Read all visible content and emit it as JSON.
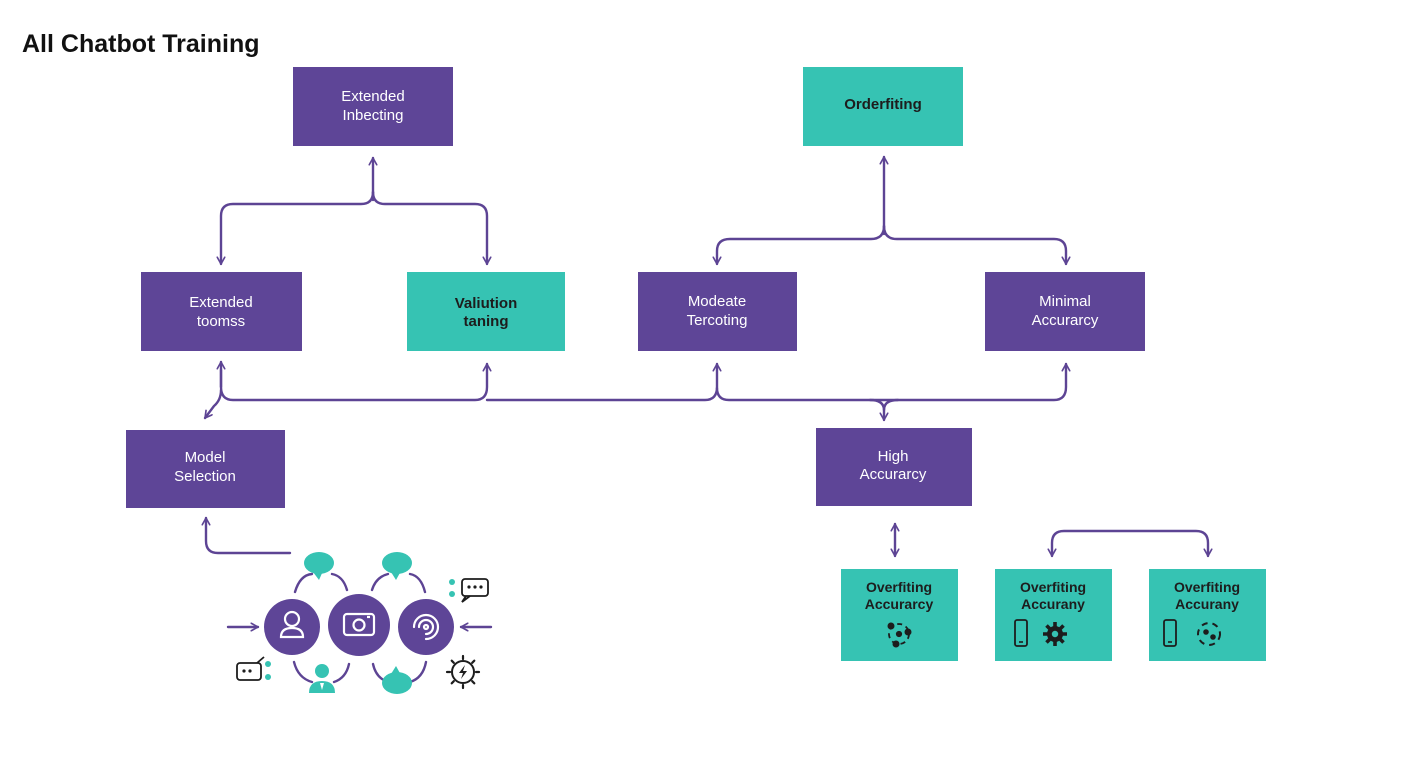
{
  "title": "All Chatbot Training",
  "colors": {
    "purple": "#5e4597",
    "teal": "#36c3b3",
    "connector": "#5d4494",
    "text_dark": "#111111"
  },
  "nodes": {
    "extended_inbecting": {
      "line1": "Extended",
      "line2": "Inbecting"
    },
    "overfitting_top": {
      "line1": "Orderfiting"
    },
    "extended_toomss": {
      "line1": "Extended",
      "line2": "toomss"
    },
    "valiution_taning": {
      "line1": "Valiution",
      "line2": "taning"
    },
    "modeate_tercoting": {
      "line1": "Modeate",
      "line2": "Tercoting"
    },
    "minimal_accurarcy": {
      "line1": "Minimal",
      "line2": "Accurarcy"
    },
    "model_selection": {
      "line1": "Model",
      "line2": "Selection"
    },
    "high_accurarcy": {
      "line1": "High",
      "line2": "Accurarcy"
    },
    "overfitting_accurarcy_1": {
      "line1": "Overfiting",
      "line2": "Accurarcy"
    },
    "overfitting_accurany_2": {
      "line1": "Overfiting",
      "line2": "Accurany"
    },
    "overfitting_accurany_3": {
      "line1": "Overfiting",
      "line2": "Accurany"
    }
  },
  "icons": {
    "cluster": [
      "user-icon",
      "camera-icon",
      "swirl-icon",
      "chat-bubble-icon",
      "gear-icon"
    ],
    "card1": [
      "molecule-icon"
    ],
    "card2": [
      "phone-icon",
      "gear-icon"
    ],
    "card3": [
      "phone-icon",
      "dotted-circle-icon"
    ]
  }
}
